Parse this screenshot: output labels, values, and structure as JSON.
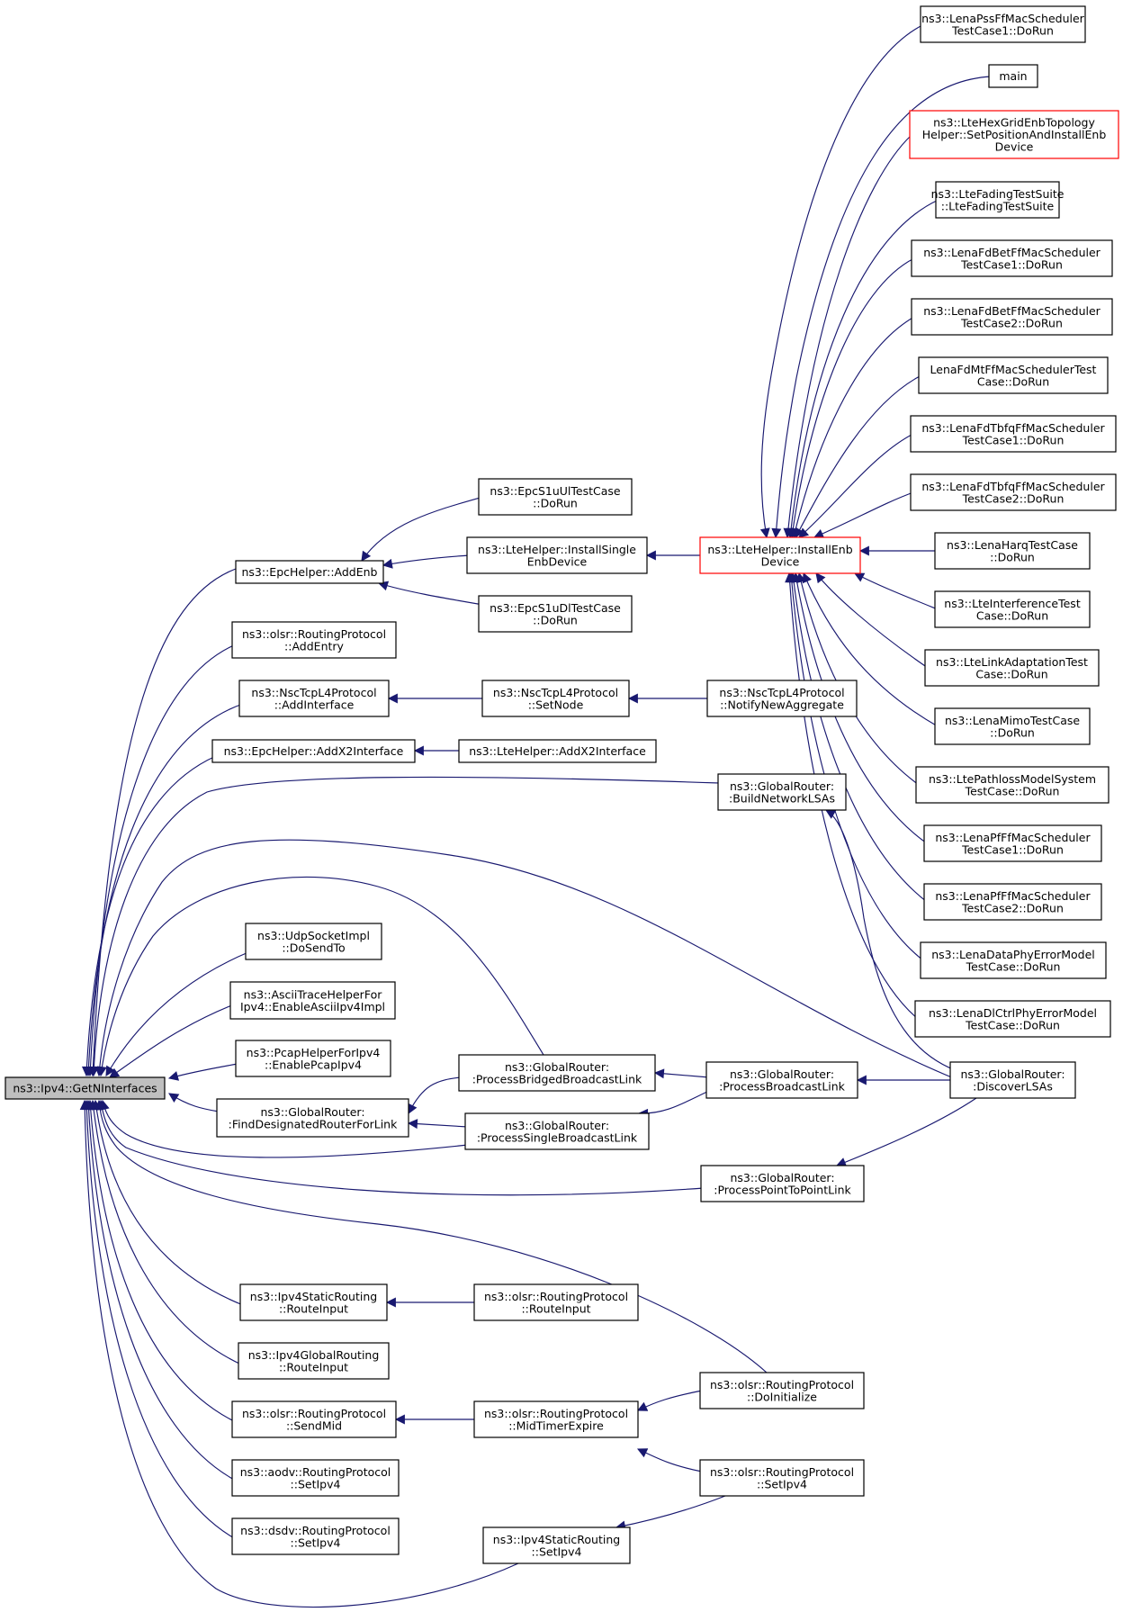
{
  "colors": {
    "edge": "#191970",
    "node_border": "#000000",
    "node_border_truncated": "#ff0000",
    "root_fill": "#bfbfbf",
    "node_fill": "#ffffff",
    "background": "#ffffff"
  },
  "nodes": {
    "n_root": {
      "lines": [
        "ns3::Ipv4::GetNInterfaces"
      ],
      "style": "root"
    },
    "n_addenb": {
      "lines": [
        "ns3::EpcHelper::AddEnb"
      ]
    },
    "n_olsr_addentry": {
      "lines": [
        "ns3::olsr::RoutingProtocol",
        "::AddEntry"
      ]
    },
    "n_nsc_addif": {
      "lines": [
        "ns3::NscTcpL4Protocol",
        "::AddInterface"
      ]
    },
    "n_epc_addx2": {
      "lines": [
        "ns3::EpcHelper::AddX2Interface"
      ]
    },
    "n_udp_dosendto": {
      "lines": [
        "ns3::UdpSocketImpl",
        "::DoSendTo"
      ]
    },
    "n_ascii": {
      "lines": [
        "ns3::AsciiTraceHelperFor",
        "Ipv4::EnableAsciiIpv4Impl"
      ]
    },
    "n_pcap": {
      "lines": [
        "ns3::PcapHelperForIpv4",
        "::EnablePcapIpv4"
      ]
    },
    "n_gr_fdr": {
      "lines": [
        "ns3::GlobalRouter:",
        ":FindDesignatedRouterForLink"
      ]
    },
    "n_ipv4static_routeinput": {
      "lines": [
        "ns3::Ipv4StaticRouting",
        "::RouteInput"
      ]
    },
    "n_ipv4global_routeinput": {
      "lines": [
        "ns3::Ipv4GlobalRouting",
        "::RouteInput"
      ]
    },
    "n_olsr_sendmid": {
      "lines": [
        "ns3::olsr::RoutingProtocol",
        "::SendMid"
      ]
    },
    "n_aodv_setipv4": {
      "lines": [
        "ns3::aodv::RoutingProtocol",
        "::SetIpv4"
      ]
    },
    "n_dsdv_setipv4": {
      "lines": [
        "ns3::dsdv::RoutingProtocol",
        "::SetIpv4"
      ]
    },
    "n_s1uul": {
      "lines": [
        "ns3::EpcS1uUlTestCase",
        "::DoRun"
      ]
    },
    "n_lte_installsingle": {
      "lines": [
        "ns3::LteHelper::InstallSingle",
        "EnbDevice"
      ]
    },
    "n_s1udl": {
      "lines": [
        "ns3::EpcS1uDlTestCase",
        "::DoRun"
      ]
    },
    "n_nsc_setnode": {
      "lines": [
        "ns3::NscTcpL4Protocol",
        "::SetNode"
      ]
    },
    "n_lte_addx2": {
      "lines": [
        "ns3::LteHelper::AddX2Interface"
      ]
    },
    "n_gr_bridged": {
      "lines": [
        "ns3::GlobalRouter:",
        ":ProcessBridgedBroadcastLink"
      ]
    },
    "n_gr_single": {
      "lines": [
        "ns3::GlobalRouter:",
        ":ProcessSingleBroadcastLink"
      ]
    },
    "n_olsr_routeinput": {
      "lines": [
        "ns3::olsr::RoutingProtocol",
        "::RouteInput"
      ]
    },
    "n_olsr_midtimer": {
      "lines": [
        "ns3::olsr::RoutingProtocol",
        "::MidTimerExpire"
      ]
    },
    "n_ipv4static_setipv4": {
      "lines": [
        "ns3::Ipv4StaticRouting",
        "::SetIpv4"
      ]
    },
    "n_lte_installenb": {
      "lines": [
        "ns3::LteHelper::InstallEnb",
        "Device"
      ],
      "style": "red"
    },
    "n_nsc_notify": {
      "lines": [
        "ns3::NscTcpL4Protocol",
        "::NotifyNewAggregate"
      ]
    },
    "n_gr_buildnet": {
      "lines": [
        "ns3::GlobalRouter:",
        ":BuildNetworkLSAs"
      ]
    },
    "n_gr_broadcast": {
      "lines": [
        "ns3::GlobalRouter:",
        ":ProcessBroadcastLink"
      ]
    },
    "n_gr_p2p": {
      "lines": [
        "ns3::GlobalRouter:",
        ":ProcessPointToPointLink"
      ]
    },
    "n_olsr_doinit": {
      "lines": [
        "ns3::olsr::RoutingProtocol",
        "::DoInitialize"
      ]
    },
    "n_olsr_setipv4": {
      "lines": [
        "ns3::olsr::RoutingProtocol",
        "::SetIpv4"
      ]
    },
    "n_pss1": {
      "lines": [
        "ns3::LenaPssFfMacScheduler",
        "TestCase1::DoRun"
      ]
    },
    "n_main": {
      "lines": [
        "main"
      ]
    },
    "n_hexgrid": {
      "lines": [
        "ns3::LteHexGridEnbTopology",
        "Helper::SetPositionAndInstallEnb",
        "Device"
      ],
      "style": "red"
    },
    "n_fading": {
      "lines": [
        "ns3::LteFadingTestSuite",
        "::LteFadingTestSuite"
      ]
    },
    "n_fdbet1": {
      "lines": [
        "ns3::LenaFdBetFfMacScheduler",
        "TestCase1::DoRun"
      ]
    },
    "n_fdbet2": {
      "lines": [
        "ns3::LenaFdBetFfMacScheduler",
        "TestCase2::DoRun"
      ]
    },
    "n_fdmt": {
      "lines": [
        "LenaFdMtFfMacSchedulerTest",
        "Case::DoRun"
      ]
    },
    "n_fdtbfq1": {
      "lines": [
        "ns3::LenaFdTbfqFfMacScheduler",
        "TestCase1::DoRun"
      ]
    },
    "n_fdtbfq2": {
      "lines": [
        "ns3::LenaFdTbfqFfMacScheduler",
        "TestCase2::DoRun"
      ]
    },
    "n_harq": {
      "lines": [
        "ns3::LenaHarqTestCase",
        "::DoRun"
      ]
    },
    "n_interf": {
      "lines": [
        "ns3::LteInterferenceTest",
        "Case::DoRun"
      ]
    },
    "n_linkadapt": {
      "lines": [
        "ns3::LteLinkAdaptationTest",
        "Case::DoRun"
      ]
    },
    "n_mimo": {
      "lines": [
        "ns3::LenaMimoTestCase",
        "::DoRun"
      ]
    },
    "n_pathloss": {
      "lines": [
        "ns3::LtePathlossModelSystem",
        "TestCase::DoRun"
      ]
    },
    "n_pf1": {
      "lines": [
        "ns3::LenaPfFfMacScheduler",
        "TestCase1::DoRun"
      ]
    },
    "n_pf2": {
      "lines": [
        "ns3::LenaPfFfMacScheduler",
        "TestCase2::DoRun"
      ]
    },
    "n_dataphy": {
      "lines": [
        "ns3::LenaDataPhyErrorModel",
        "TestCase::DoRun"
      ]
    },
    "n_dlctrl": {
      "lines": [
        "ns3::LenaDlCtrlPhyErrorModel",
        "TestCase::DoRun"
      ]
    },
    "n_gr_discover": {
      "lines": [
        "ns3::GlobalRouter:",
        ":DiscoverLSAs"
      ]
    }
  }
}
